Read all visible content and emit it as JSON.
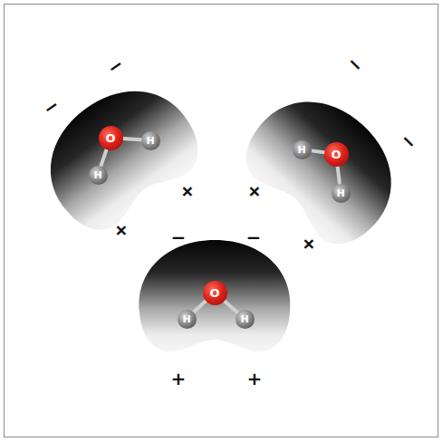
{
  "diagram": {
    "nodes": [
      {
        "text": [
          "O"
        ]
      },
      {
        "text": [
          "H"
        ]
      },
      {
        "text": [
          "H"
        ]
      },
      {
        "text": [
          "H"
        ]
      },
      {
        "text": [
          "O"
        ]
      },
      {
        "text": [
          "H"
        ]
      },
      {
        "text": [
          "O"
        ]
      },
      {
        "text": [
          "H"
        ]
      },
      {
        "text": [
          "H"
        ]
      }
    ],
    "edges": [
      {
        "from": 0,
        "to": 1,
        "arrow": "none"
      },
      {
        "from": 0,
        "to": 2,
        "arrow": "none"
      },
      {
        "from": 4,
        "to": 3,
        "arrow": "none"
      },
      {
        "from": 4,
        "to": 5,
        "arrow": "none"
      },
      {
        "from": 6,
        "to": 7,
        "arrow": "none"
      },
      {
        "from": 6,
        "to": 8,
        "arrow": "none"
      }
    ],
    "labels": [
      "−",
      "−",
      "+",
      "+",
      "−",
      "−",
      "+",
      "+",
      "−",
      "−",
      "+",
      "+"
    ]
  }
}
